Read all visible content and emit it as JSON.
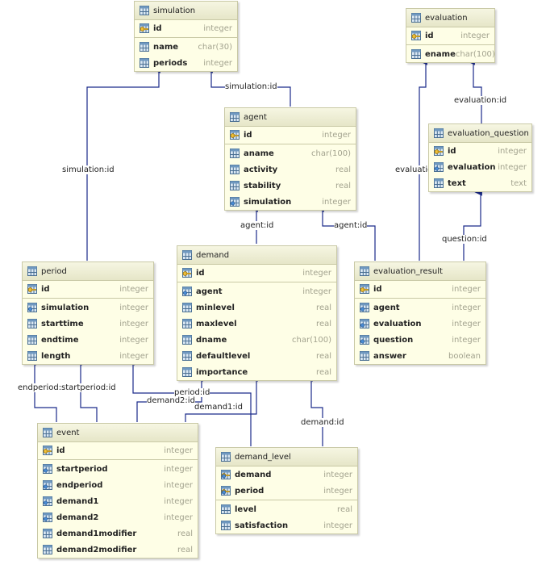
{
  "tables": [
    {
      "id": "simulation",
      "name": "simulation",
      "columns": [
        {
          "name": "id",
          "type": "integer",
          "kind": "pk"
        },
        {
          "sep": true
        },
        {
          "name": "name",
          "type": "char(30)",
          "kind": "col"
        },
        {
          "name": "periods",
          "type": "integer",
          "kind": "col"
        }
      ]
    },
    {
      "id": "evaluation",
      "name": "evaluation",
      "columns": [
        {
          "name": "id",
          "type": "integer",
          "kind": "pk"
        },
        {
          "sep": true
        },
        {
          "name": "ename",
          "type": "char(100)",
          "kind": "col"
        }
      ]
    },
    {
      "id": "agent",
      "name": "agent",
      "columns": [
        {
          "name": "id",
          "type": "integer",
          "kind": "pk"
        },
        {
          "sep": true
        },
        {
          "name": "aname",
          "type": "char(100)",
          "kind": "col"
        },
        {
          "name": "activity",
          "type": "real",
          "kind": "col"
        },
        {
          "name": "stability",
          "type": "real",
          "kind": "col"
        },
        {
          "name": "simulation",
          "type": "integer",
          "kind": "fk"
        }
      ]
    },
    {
      "id": "evaluation_question",
      "name": "evaluation_question",
      "columns": [
        {
          "name": "id",
          "type": "integer",
          "kind": "pk"
        },
        {
          "name": "evaluation",
          "type": "integer",
          "kind": "fk"
        },
        {
          "name": "text",
          "type": "text",
          "kind": "col"
        }
      ]
    },
    {
      "id": "period",
      "name": "period",
      "columns": [
        {
          "name": "id",
          "type": "integer",
          "kind": "pk"
        },
        {
          "sep": true
        },
        {
          "name": "simulation",
          "type": "integer",
          "kind": "fk"
        },
        {
          "name": "starttime",
          "type": "integer",
          "kind": "col"
        },
        {
          "name": "endtime",
          "type": "integer",
          "kind": "col"
        },
        {
          "name": "length",
          "type": "integer",
          "kind": "col"
        }
      ]
    },
    {
      "id": "demand",
      "name": "demand",
      "columns": [
        {
          "name": "id",
          "type": "integer",
          "kind": "pk"
        },
        {
          "sep": true
        },
        {
          "name": "agent",
          "type": "integer",
          "kind": "fk"
        },
        {
          "name": "minlevel",
          "type": "real",
          "kind": "col"
        },
        {
          "name": "maxlevel",
          "type": "real",
          "kind": "col"
        },
        {
          "name": "dname",
          "type": "char(100)",
          "kind": "col"
        },
        {
          "name": "defaultlevel",
          "type": "real",
          "kind": "col"
        },
        {
          "name": "importance",
          "type": "real",
          "kind": "col"
        }
      ]
    },
    {
      "id": "evaluation_result",
      "name": "evaluation_result",
      "columns": [
        {
          "name": "id",
          "type": "integer",
          "kind": "pk"
        },
        {
          "sep": true
        },
        {
          "name": "agent",
          "type": "integer",
          "kind": "fk"
        },
        {
          "name": "evaluation",
          "type": "integer",
          "kind": "fk"
        },
        {
          "name": "question",
          "type": "integer",
          "kind": "fk"
        },
        {
          "name": "answer",
          "type": "boolean",
          "kind": "col"
        }
      ]
    },
    {
      "id": "event",
      "name": "event",
      "columns": [
        {
          "name": "id",
          "type": "integer",
          "kind": "pk"
        },
        {
          "sep": true
        },
        {
          "name": "startperiod",
          "type": "integer",
          "kind": "fk"
        },
        {
          "name": "endperiod",
          "type": "integer",
          "kind": "fk"
        },
        {
          "name": "demand1",
          "type": "integer",
          "kind": "fk"
        },
        {
          "name": "demand2",
          "type": "integer",
          "kind": "fk"
        },
        {
          "name": "demand1modifier",
          "type": "real",
          "kind": "col"
        },
        {
          "name": "demand2modifier",
          "type": "real",
          "kind": "col"
        }
      ]
    },
    {
      "id": "demand_level",
      "name": "demand_level",
      "columns": [
        {
          "name": "demand",
          "type": "integer",
          "kind": "pkfk"
        },
        {
          "name": "period",
          "type": "integer",
          "kind": "pkfk"
        },
        {
          "sep": true
        },
        {
          "name": "level",
          "type": "real",
          "kind": "col"
        },
        {
          "name": "satisfaction",
          "type": "integer",
          "kind": "col"
        }
      ]
    }
  ],
  "relations": [
    {
      "id": "agent-simulation",
      "label": "simulation:id"
    },
    {
      "id": "period-simulation",
      "label": "simulation:id"
    },
    {
      "id": "demand-agent",
      "label": "agent:id"
    },
    {
      "id": "evalres-agent",
      "label": "agent:id"
    },
    {
      "id": "evalq-evaluation",
      "label": "evaluation:id"
    },
    {
      "id": "evalres-evaluation",
      "label": "evaluation:id"
    },
    {
      "id": "evalres-question",
      "label": "question:id"
    },
    {
      "id": "event-endperiod",
      "label": "endperiod:id"
    },
    {
      "id": "event-startperiod",
      "label": "startperiod:id"
    },
    {
      "id": "demandlevel-period",
      "label": "period:id"
    },
    {
      "id": "event-demand2",
      "label": "demand2:id"
    },
    {
      "id": "event-demand1",
      "label": "demand1:id"
    },
    {
      "id": "demandlevel-demand",
      "label": "demand:id"
    }
  ],
  "colors": {
    "entity_fill": "#fefee6",
    "entity_border": "#c9c9a6",
    "line": "#1a2a8a",
    "type_text": "#a3a38f"
  }
}
